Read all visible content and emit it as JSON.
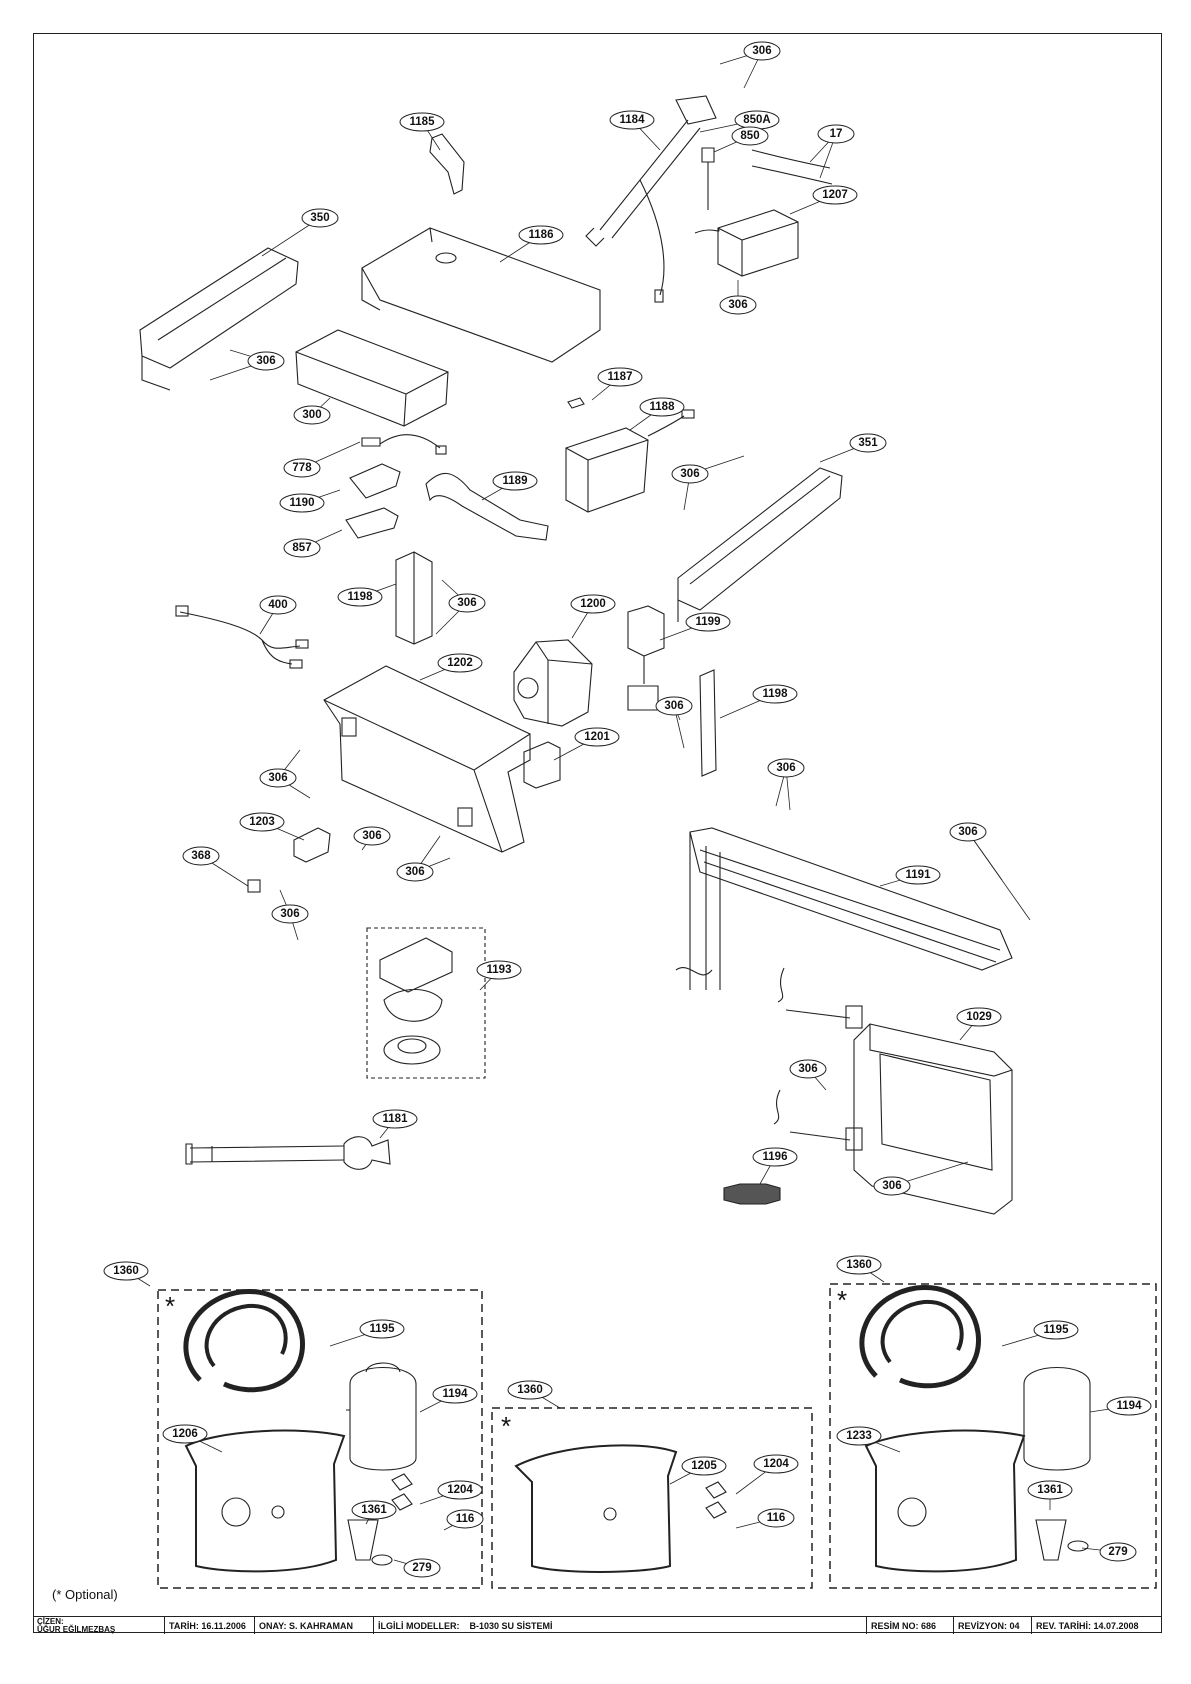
{
  "callouts": [
    "306",
    "1185",
    "1184",
    "850A",
    "850",
    "17",
    "1207",
    "350",
    "1186",
    "306",
    "306",
    "300",
    "1187",
    "1188",
    "778",
    "306",
    "351",
    "1190",
    "1189",
    "857",
    "1198",
    "306",
    "400",
    "1200",
    "1199",
    "1202",
    "306",
    "1198",
    "1201",
    "306",
    "306",
    "1203",
    "306",
    "368",
    "306",
    "306",
    "306",
    "1191",
    "1193",
    "1029",
    "306",
    "1181",
    "1196",
    "306",
    "1360",
    "1195",
    "1194",
    "1206",
    "1204",
    "1361",
    "116",
    "279",
    "1360",
    "1205",
    "1204",
    "116",
    "1360",
    "1195",
    "1194",
    "1233",
    "1361",
    "279"
  ],
  "optional_mark": "*",
  "optional_note": "(* Optional)",
  "title_block": {
    "drawn_by_label": "ÇİZEN:",
    "drawn_by": "ÜĞUR EĞİLMEZBAŞ",
    "date": "TARİH: 16.11.2006",
    "approved": "ONAY: S. KAHRAMAN",
    "models_label": "İLGİLİ MODELLER:",
    "models_value": "B-1030 SU SİSTEMİ",
    "sheet_no": "RESİM NO: 686",
    "revision": "REVİZYON: 04",
    "revision_date": "REV. TARİHİ: 14.07.2008"
  }
}
